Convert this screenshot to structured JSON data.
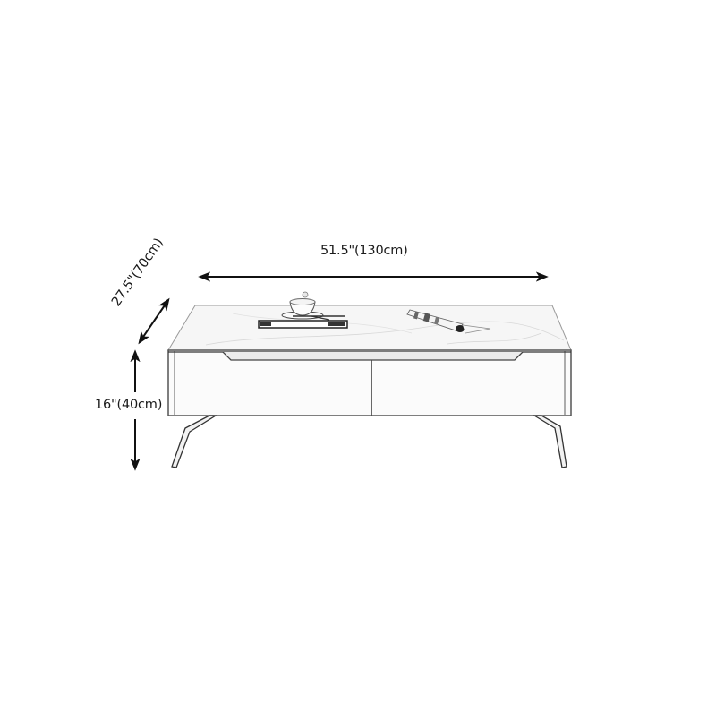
{
  "diagram": {
    "type": "product-dimension-drawing",
    "subject": "coffee table with two drawers and angled legs",
    "dimensions": {
      "width": {
        "label": "51.5\"(130cm)",
        "inches": 51.5,
        "cm": 130
      },
      "depth": {
        "label": "27.5\"(70cm)",
        "inches": 27.5,
        "cm": 70
      },
      "height": {
        "label": "16\"(40cm)",
        "inches": 16,
        "cm": 40
      }
    },
    "tabletop_items": [
      "cup-and-saucer",
      "book",
      "rolled-magazine"
    ],
    "drawers": 2,
    "colors": {
      "line": "#1a1a1a",
      "table_outline": "#555555",
      "table_fill": "#fbfbfb",
      "top_fill": "#f6f6f6",
      "background": "#ffffff"
    }
  }
}
